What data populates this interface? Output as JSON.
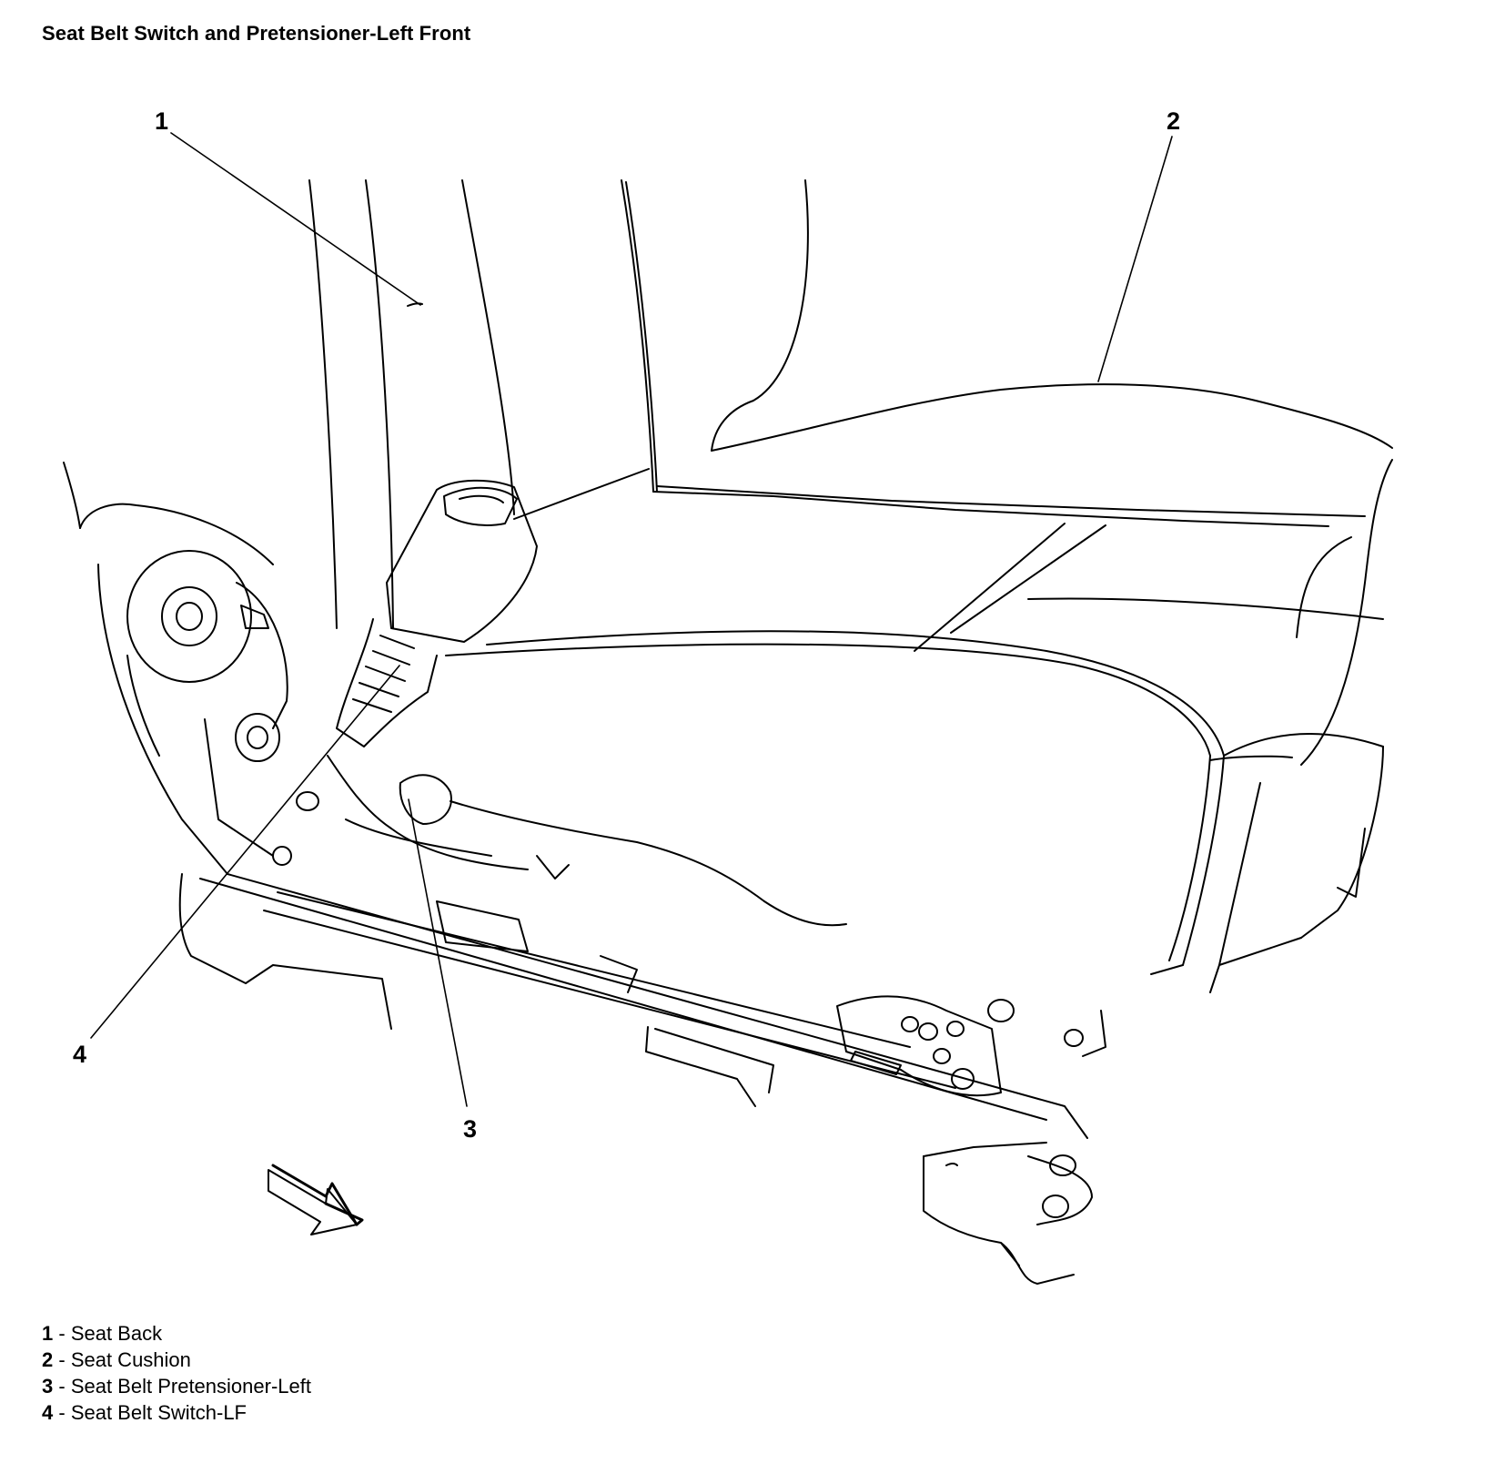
{
  "title": "Seat Belt Switch and Pretensioner-Left Front",
  "callouts": [
    "1",
    "2",
    "3",
    "4"
  ],
  "legend": [
    {
      "num": "1",
      "sep": " - ",
      "text": "Seat Back"
    },
    {
      "num": "2",
      "sep": " - ",
      "text": "Seat Cushion"
    },
    {
      "num": "3",
      "sep": " - ",
      "text": "Seat Belt Pretensioner-Left"
    },
    {
      "num": "4",
      "sep": " - ",
      "text": "Seat Belt Switch-LF"
    }
  ]
}
